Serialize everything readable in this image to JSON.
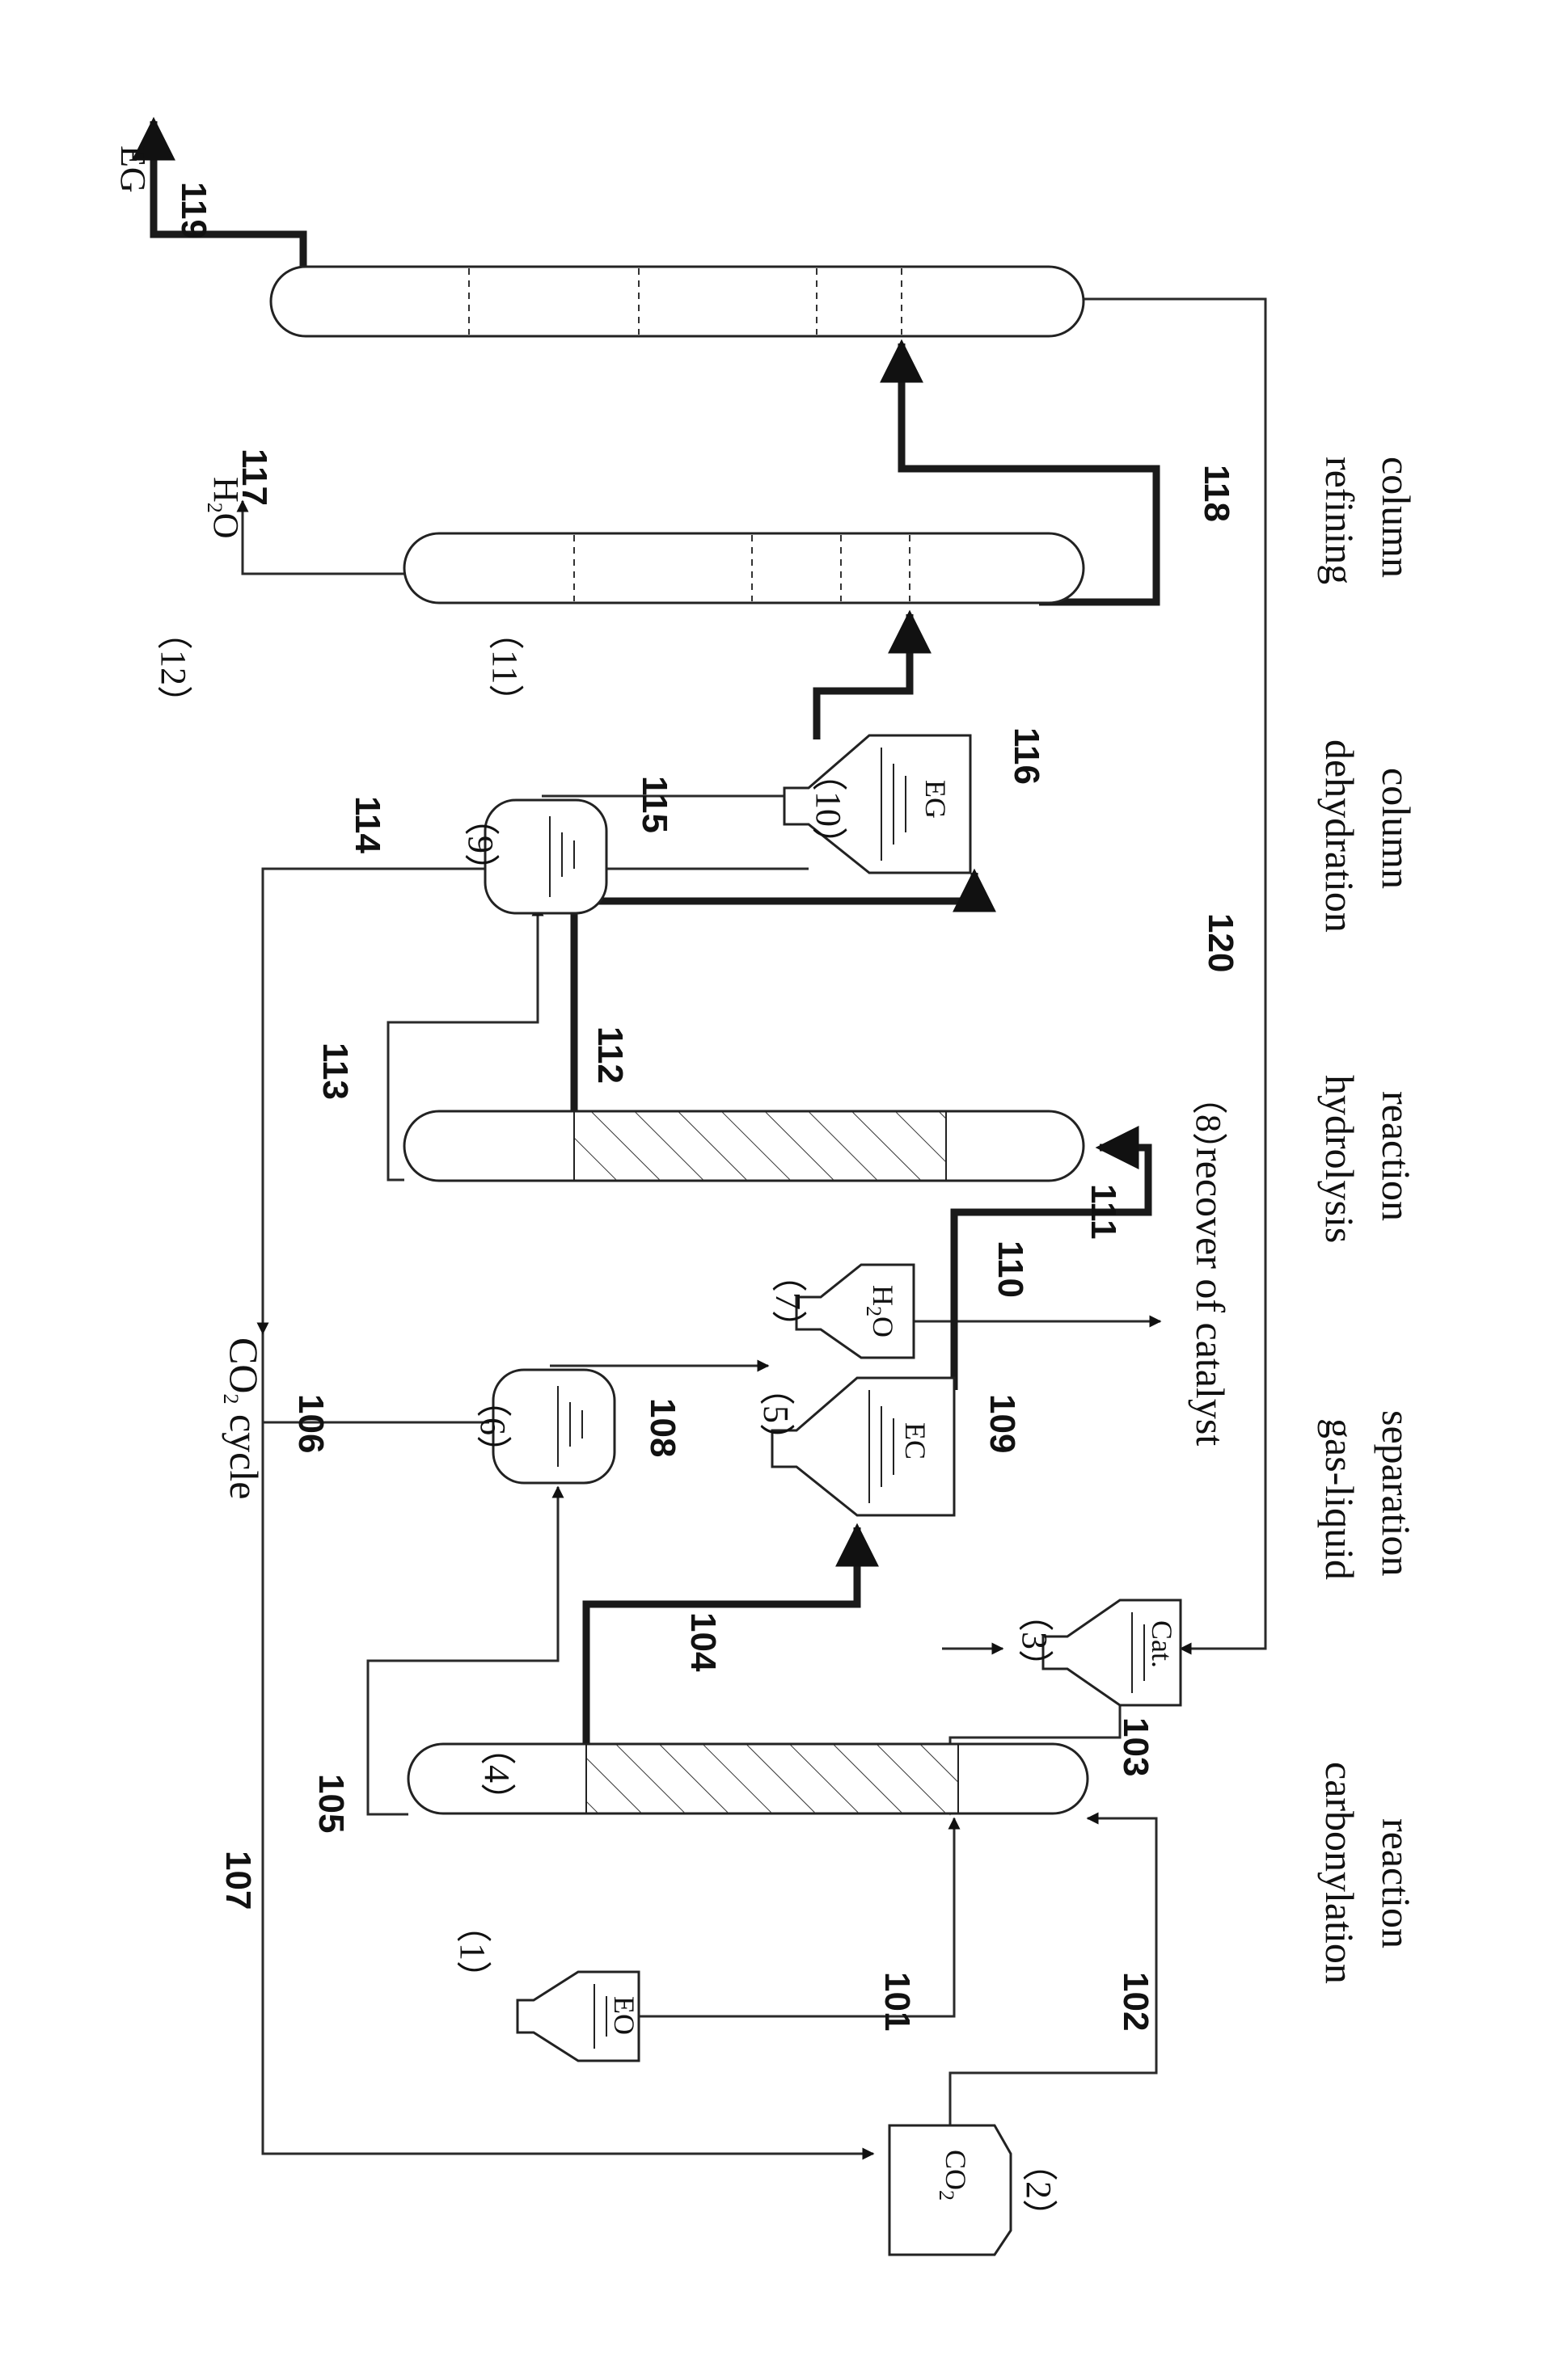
{
  "stream_numbers": [
    "101",
    "102",
    "103",
    "104",
    "105",
    "106",
    "107",
    "108",
    "109",
    "110",
    "111",
    "112",
    "113",
    "114",
    "115",
    "116",
    "117",
    "118",
    "119",
    "120"
  ],
  "unit_labels": {
    "u1": "（1）",
    "u2": "（2）",
    "u3": "（3）",
    "u4": "（4）",
    "u5": "（5）",
    "u6": "（6）",
    "u7": "（7）",
    "u8": "（8）",
    "u9": "（9）",
    "u10": "（10）",
    "u11": "（11）",
    "u12": "（12）"
  },
  "vessel_contents": {
    "eo": "EO",
    "co2": "CO",
    "co2_sub": "2",
    "cat": "Cat.",
    "ec": "EC",
    "h2o": "H",
    "h2o_sub": "2",
    "h2o_tail": "O",
    "eg": "EG"
  },
  "product_labels": {
    "water": "H",
    "water_sub": "2",
    "water_tail": "O",
    "eg": "EG"
  },
  "annotations": {
    "co2_cycle": "CO",
    "co2_cycle_sub": "2",
    "co2_cycle_tail": " cycle",
    "recover_catalyst": "recover of catalyst"
  },
  "captions": {
    "carbonylation_1": "carbonylation",
    "carbonylation_2": "reaction",
    "gas_liquid_1": "gas-liquid",
    "gas_liquid_2": "separation",
    "hydrolysis_1": "hydrolysis",
    "hydrolysis_2": "reaction",
    "dehydration_1": "dehydration",
    "dehydration_2": "column",
    "refining_1": "refining",
    "refining_2": "column"
  }
}
